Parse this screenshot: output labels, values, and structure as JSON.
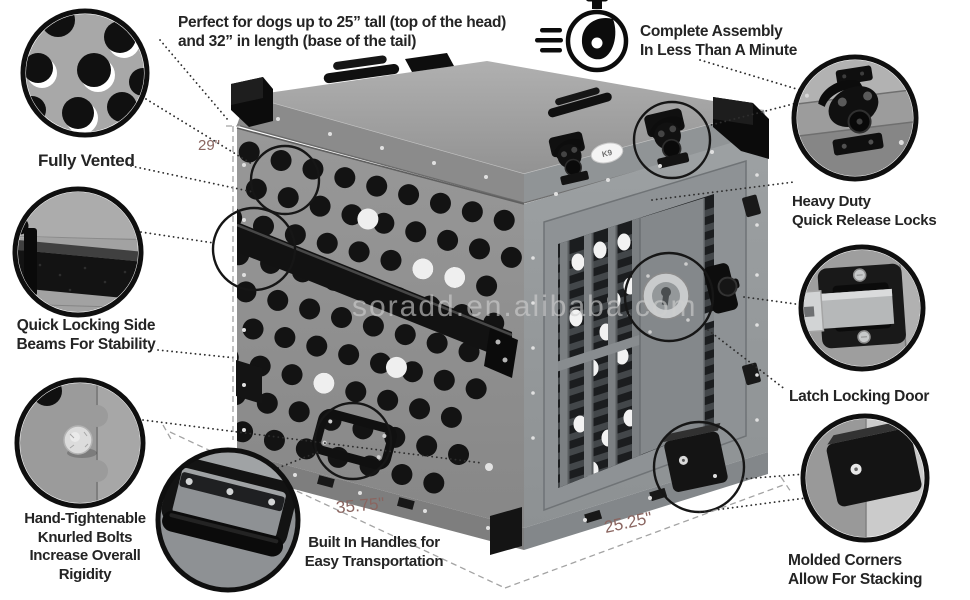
{
  "headline": {
    "line1": "Perfect for dogs up to 25” tall (top of the head)",
    "line2": "and  32” in length (base of the tail)"
  },
  "assembly": {
    "line1": "Complete Assembly",
    "line2": "In Less Than A Minute"
  },
  "callouts": {
    "vented": {
      "label": "Fully Vented"
    },
    "side_beams": {
      "line1": "Quick Locking Side",
      "line2": "Beams For Stability"
    },
    "bolts": {
      "line1": "Hand-Tightenable",
      "line2": "Knurled Bolts",
      "line3": "Increase Overall",
      "line4": "Rigidity"
    },
    "handles": {
      "line1": "Built In Handles for",
      "line2": "Easy Transportation"
    },
    "locks": {
      "line1": "Heavy Duty",
      "line2": "Quick Release Locks"
    },
    "latch": {
      "label": "Latch Locking Door"
    },
    "corners": {
      "line1": "Molded Corners",
      "line2": "Allow For Stacking"
    }
  },
  "dimensions": {
    "height": "29\"",
    "length": "35.75\"",
    "width": "25.25\""
  },
  "watermark": "soradd.en.alibaba.com",
  "badge": "K9",
  "colors": {
    "dimension_text": "#8a6560",
    "label_text": "#242424",
    "crate_gray": "#8f8f8f",
    "accent_black": "#111111"
  }
}
